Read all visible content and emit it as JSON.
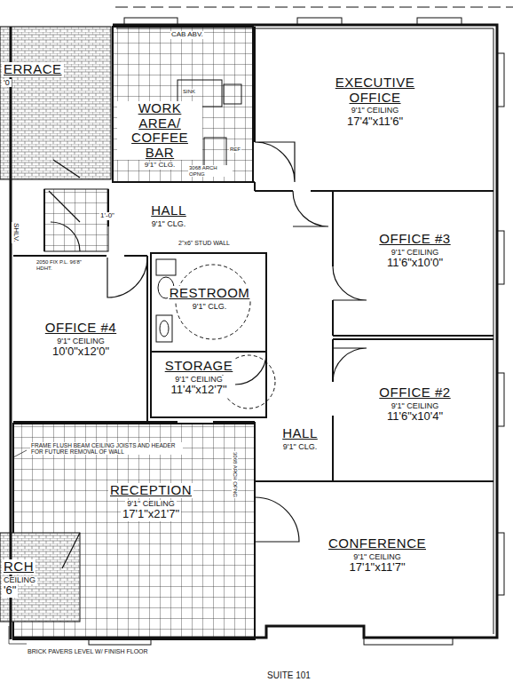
{
  "diagram": {
    "nodes": [
      {
        "text": [
          "ERRACE",
          "'0"
        ]
      },
      {
        "text": [
          "WORK AREA/ COFFEE BAR",
          "9'1\" CLG."
        ]
      },
      {
        "text": [
          "EXECUTIVE OFFICE",
          "9'1\" CEILING",
          "17'4\"x11'6\""
        ]
      },
      {
        "text": [
          "HALL",
          "9'1\" CLG."
        ]
      },
      {
        "text": [
          "OFFICE #3",
          "9'1\" CEILING",
          "11'6\"x10'0\""
        ]
      },
      {
        "text": [
          "RESTROOM",
          "9'1\" CLG."
        ]
      },
      {
        "text": [
          "OFFICE #4",
          "9'1\" CEILING",
          "10'0\"x12'0\""
        ]
      },
      {
        "text": [
          "STORAGE",
          "9'1\" CEILING",
          "11'4\"x12'7\""
        ]
      },
      {
        "text": [
          "OFFICE #2",
          "9'1\" CEILING",
          "11'6\"x10'4\""
        ]
      },
      {
        "text": [
          "HALL",
          "9'1\" CLG."
        ]
      },
      {
        "text": [
          "RECEPTION",
          "9'1\" CEILING",
          "17'1\"x21'7\""
        ]
      },
      {
        "text": [
          "CONFERENCE",
          "9'1\" CEILING",
          "17'1\"x11'7\""
        ]
      },
      {
        "text": [
          "RCH",
          "CEILING",
          "'6\""
        ]
      }
    ],
    "labels": [
      "CAB ABV.",
      "SINK",
      "REF",
      "3068 ARCH OPNG",
      "1'-0\"",
      "2\"x6\" STUD WALL",
      "2050 FIX P.L. 96'8\" HDHT.",
      "SHLV.",
      "SHLV.",
      "FRAME FLUSH BEAM CEILING JOISTS AND HEADER FOR FUTURE REMOVAL OF WALL",
      "3068 ARCH OPNG",
      "BRICK PAVERS LEVEL W/ FINISH FLOOR",
      "SUITE 101"
    ]
  }
}
